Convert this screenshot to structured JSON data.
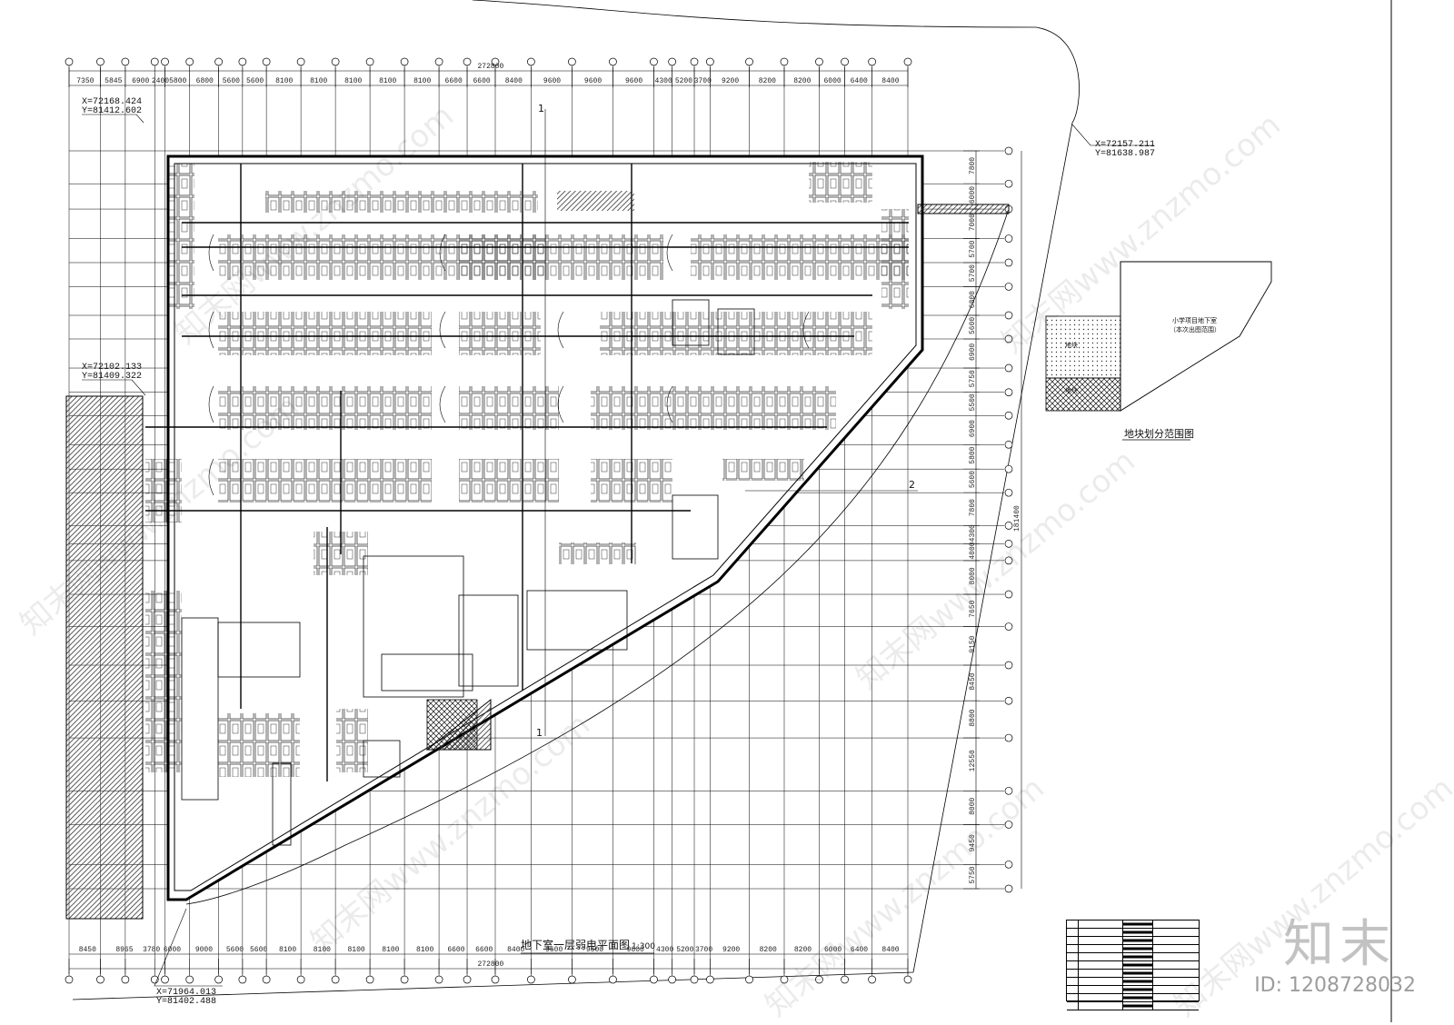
{
  "drawing": {
    "title": "地下室一层弱电平面图",
    "scale": "1:300",
    "total_width_dim": "272800",
    "top_dims": [
      "7350",
      "5845",
      "6900",
      "2400",
      "5800",
      "6800",
      "5600",
      "5600",
      "8100",
      "8100",
      "8100",
      "8100",
      "8100",
      "6600",
      "6600",
      "8400",
      "9600",
      "9600",
      "9600",
      "4300",
      "5200",
      "3700",
      "9200",
      "8200",
      "8200",
      "6000",
      "6400",
      "8400"
    ],
    "bottom_dims": [
      "8450",
      "8965",
      "3780",
      "6000",
      "9000",
      "5600",
      "5600",
      "8100",
      "8100",
      "8100",
      "8100",
      "8100",
      "6600",
      "6600",
      "8400",
      "9600",
      "9600",
      "9600",
      "4300",
      "5200",
      "3700",
      "9200",
      "8200",
      "8200",
      "6000",
      "6400",
      "8400"
    ],
    "right_dims": [
      "7800",
      "6000",
      "7000",
      "5700",
      "5700",
      "6800",
      "5600",
      "6900",
      "5750",
      "5500",
      "6900",
      "5800",
      "5600",
      "7800",
      "4300",
      "4000",
      "8000",
      "7650",
      "9150",
      "8450",
      "8800",
      "12550",
      "8000",
      "9450",
      "5750"
    ],
    "right_total": "181400",
    "section_markers": [
      "1",
      "1",
      "2"
    ],
    "coordinates": [
      {
        "x": "X=72168.424",
        "y": "Y=81412.602"
      },
      {
        "x": "X=72157.211",
        "y": "Y=81638.987"
      },
      {
        "x": "X=72102.133",
        "y": "Y=81409.322"
      },
      {
        "x": "X=71964.013",
        "y": "Y=81402.488"
      }
    ]
  },
  "key_plan": {
    "title": "地块划分范围图",
    "label_main": "小学项目地下室",
    "label_sub": "（本次出图范围）",
    "label_dotted": "地块",
    "label_hatched": "地块"
  },
  "legend_rows": 11,
  "watermark": {
    "text": "知末网www.znzmo.com",
    "logo": "知末",
    "id": "ID: 1208728032"
  },
  "colors": {
    "line": "#000000",
    "hatch": "#555555",
    "watermark": "#cccccc"
  }
}
